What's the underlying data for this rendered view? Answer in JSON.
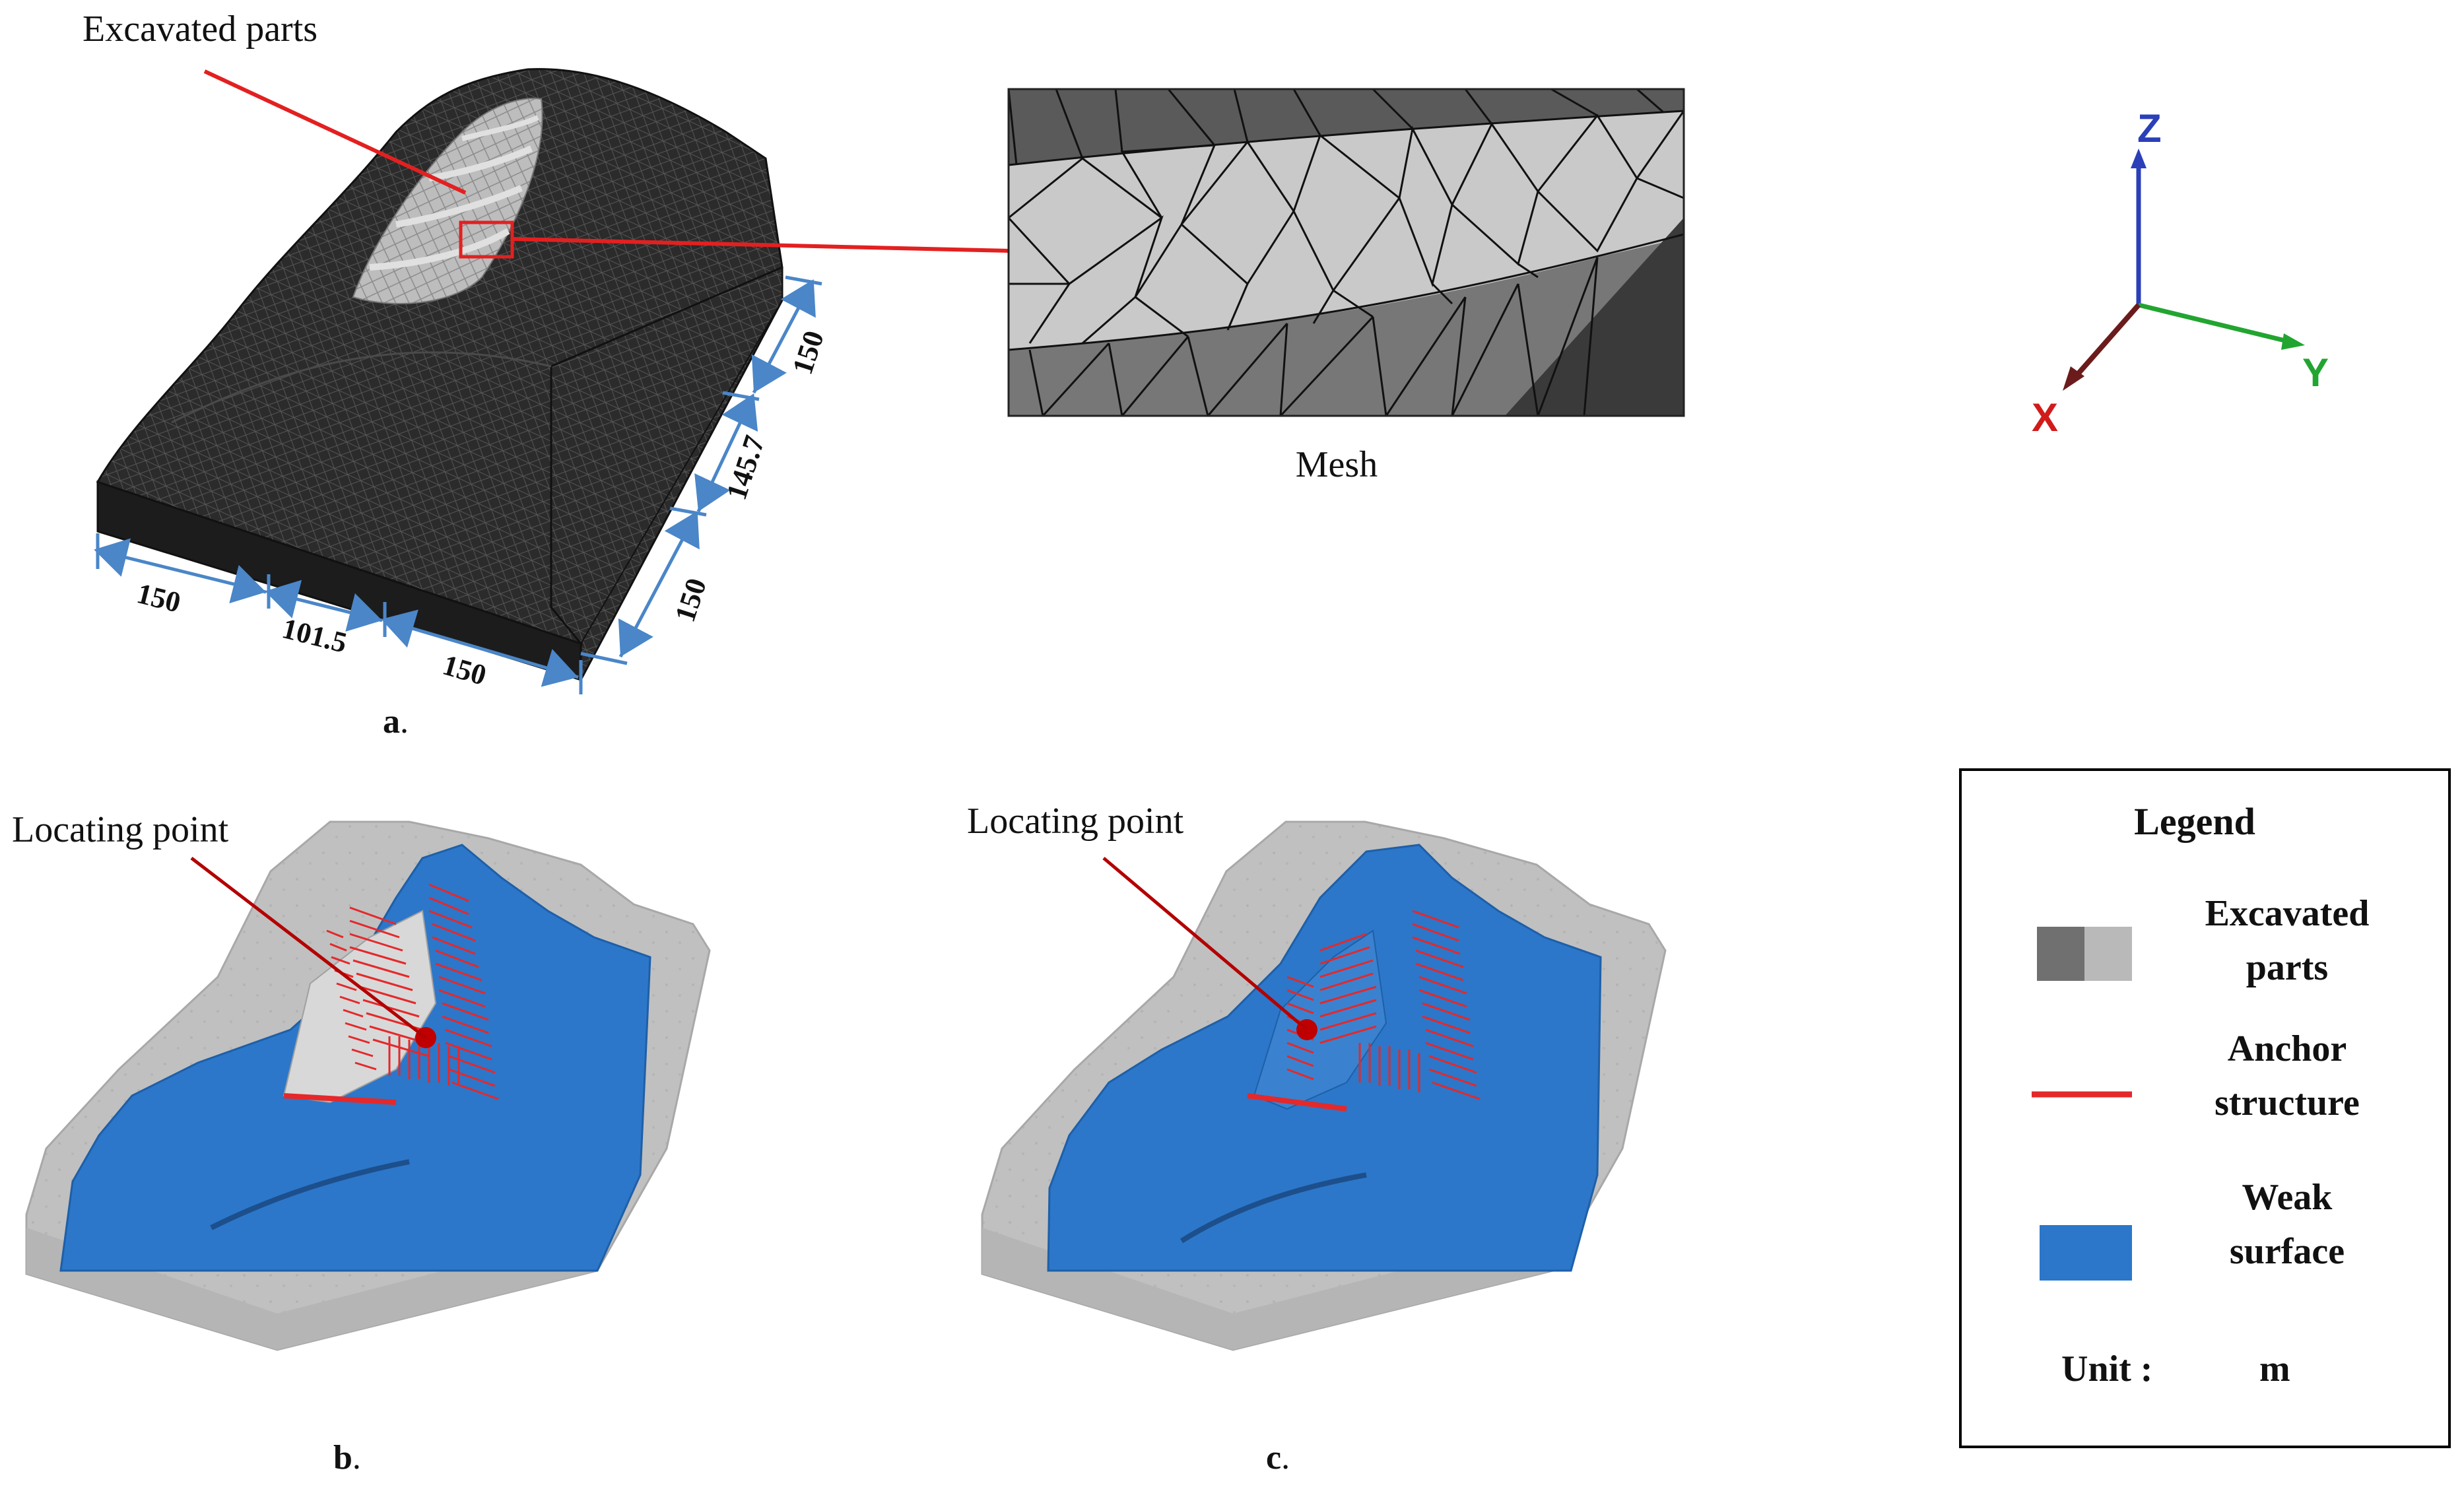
{
  "panel_a": {
    "callout_label": "Excavated parts",
    "inset_label": "Mesh",
    "caption": "a",
    "dimensions": {
      "front_1": "150",
      "front_2": "101.5",
      "front_3": "150",
      "side_1": "150",
      "side_2": "145.7",
      "side_3": "150"
    }
  },
  "axes": {
    "z": "Z",
    "y": "Y",
    "x": "X"
  },
  "panel_b": {
    "callout_label": "Locating point",
    "caption": "b"
  },
  "panel_c": {
    "callout_label": "Locating point",
    "caption": "c"
  },
  "legend": {
    "title": "Legend",
    "items": [
      {
        "label_line1": "Excavated",
        "label_line2": "parts"
      },
      {
        "label_line1": "Anchor",
        "label_line2": "structure"
      },
      {
        "label_line1": "Weak",
        "label_line2": "surface"
      }
    ],
    "unit_label": "Unit :",
    "unit_value": "m"
  },
  "colors": {
    "mesh_dark": "#2a2a2a",
    "excavated_light": "#b9b9b9",
    "callout_red": "#e32020",
    "dimension_blue": "#4a86c8",
    "weak_surface_blue": "#2c77c9",
    "rock_gray": "#bdbdbd",
    "anchor_red": "#e5282a",
    "axis_z": "#2b3fb8",
    "axis_y": "#22a530",
    "axis_x": "#d11b1b"
  }
}
